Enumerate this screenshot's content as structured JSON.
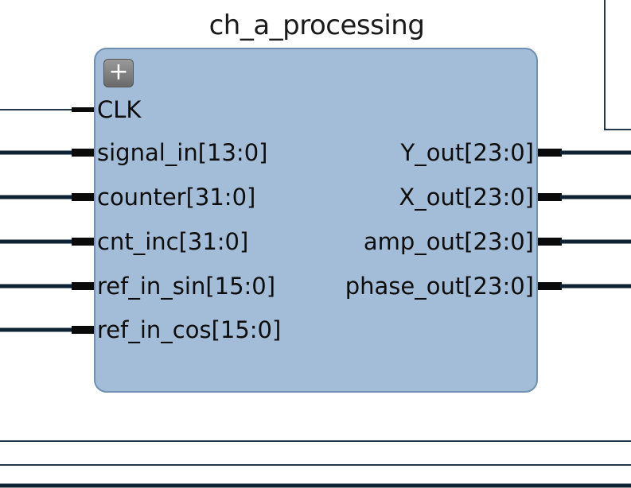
{
  "block": {
    "title": "ch_a_processing",
    "expand_symbol": "+",
    "fill_color": "#a3bcd7",
    "border_color": "#6f8fb3"
  },
  "ports": {
    "inputs": [
      {
        "label": "CLK"
      },
      {
        "label": "signal_in[13:0]"
      },
      {
        "label": "counter[31:0]"
      },
      {
        "label": "cnt_inc[31:0]"
      },
      {
        "label": "ref_in_sin[15:0]"
      },
      {
        "label": "ref_in_cos[15:0]"
      }
    ],
    "outputs": [
      {
        "label": "Y_out[23:0]"
      },
      {
        "label": "X_out[23:0]"
      },
      {
        "label": "amp_out[23:0]"
      },
      {
        "label": "phase_out[23:0]"
      }
    ]
  },
  "colors": {
    "wire": "#0e2233",
    "thin_wire": "#23374a",
    "port_stub": "#0a0a0a"
  }
}
